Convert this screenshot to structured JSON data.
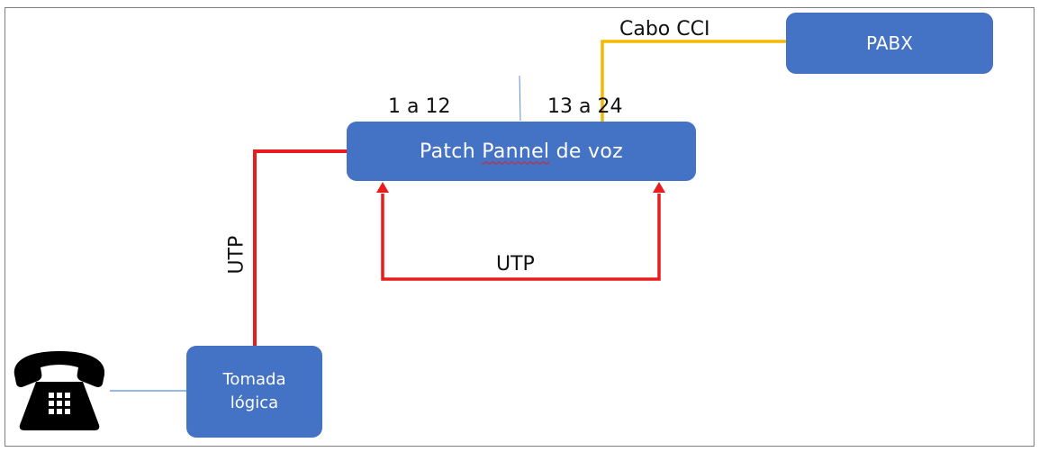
{
  "nodes": {
    "pabx": "PABX",
    "patch_panel_pre": "Patch ",
    "patch_panel_mid": "Pannel",
    "patch_panel_post": " de voz",
    "tomada_line1": "Tomada",
    "tomada_line2": "lógica"
  },
  "labels": {
    "cabo_cci": "Cabo CCI",
    "ports_1_12": "1 a 12",
    "ports_13_24": "13 a 24",
    "utp_patch": "UTP",
    "utp_vertical": "UTP"
  },
  "colors": {
    "node_fill": "#4472c4",
    "utp_cable": "#e81c1c",
    "cci_cable": "#f5b800",
    "phone_link": "#5b8fd6"
  },
  "icons": {
    "telephone": "telephone-icon"
  }
}
